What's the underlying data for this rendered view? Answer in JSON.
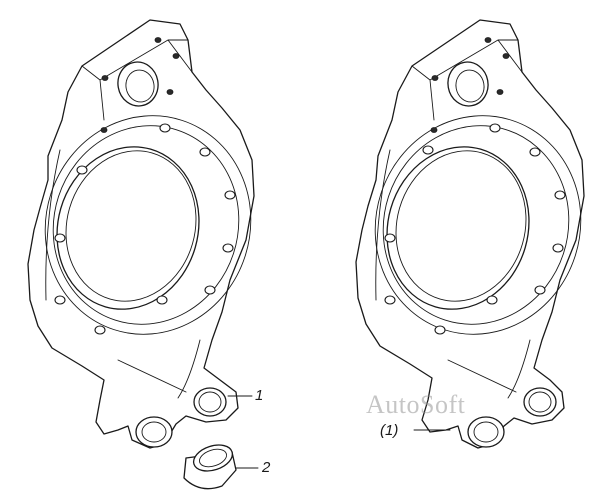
{
  "callouts": {
    "left_part_1": "1",
    "left_part_2": "2",
    "right_part_1": "(1)"
  },
  "watermark": "AutoSoft",
  "colors": {
    "line": "#1a1a1a",
    "background": "#ffffff",
    "watermark": "#969696"
  }
}
